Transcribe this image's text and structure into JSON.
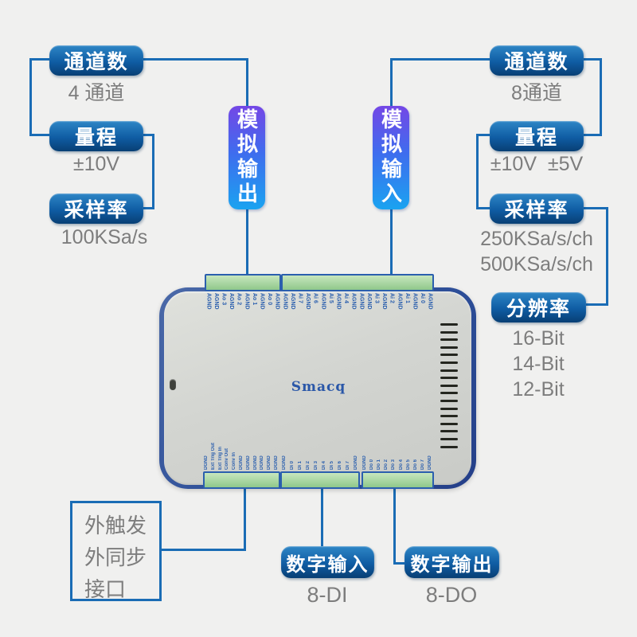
{
  "background": "#f0f0ef",
  "colors": {
    "line": "#1a6cb5",
    "pill_top": "#2e86c6",
    "pill_bottom": "#083f74",
    "banner_top": "#7447e6",
    "banner_bottom": "#1aa3f0",
    "value_text": "#7d7d7d",
    "pin_text": "#2b5fae",
    "logo_blue": "#2a57a8"
  },
  "left_panel": {
    "channel_label": "通道数",
    "channel_value": "4 通道",
    "range_label": "量程",
    "range_value": "±10V",
    "rate_label": "采样率",
    "rate_value": "100KSa/s"
  },
  "right_panel": {
    "channel_label": "通道数",
    "channel_value": "8通道",
    "range_label": "量程",
    "range_value": "±10V  ±5V",
    "rate_label": "采样率",
    "rate_values": [
      "250KSa/s/ch",
      "500KSa/s/ch"
    ],
    "resolution_label": "分辨率",
    "resolution_values": [
      "16-Bit",
      "14-Bit",
      "12-Bit"
    ]
  },
  "banners": {
    "analog_output": "模拟输出",
    "analog_input": "模拟输入"
  },
  "bottom_panel": {
    "trigger_box_lines": [
      "外触发",
      "外同步",
      "接口"
    ],
    "digital_input_label": "数字输入",
    "digital_input_value": "8-DI",
    "digital_output_label": "数字输出",
    "digital_output_value": "8-DO"
  },
  "device": {
    "logo": "Smacq",
    "top_terminals": [
      {
        "name": "analog-output-terminal",
        "pins": [
          "AGND",
          "AGND",
          "Ao 3",
          "AGND",
          "Ao 2",
          "AGND",
          "Ao 1",
          "AGND",
          "Ao 0",
          "AGND"
        ]
      },
      {
        "name": "analog-input-terminal",
        "pins": [
          "AGND",
          "AGND",
          "Ai 7",
          "AGND",
          "Ai 6",
          "AGND",
          "Ai 5",
          "AGND",
          "Ai 4",
          "AGND",
          "AGND",
          "AGND",
          "Ai 3",
          "AGND",
          "Ai 2",
          "AGND",
          "Ai 1",
          "AGND",
          "Ai 0",
          "AGND"
        ]
      }
    ],
    "bottom_terminals": [
      {
        "name": "trigger-sync-terminal",
        "pins": [
          "DGND",
          "Ext Trig Out",
          "Ext Trig In",
          "Conv Out",
          "Conv In",
          "DGND",
          "DGND",
          "DGND",
          "DGND",
          "DGND",
          "DGND"
        ]
      },
      {
        "name": "digital-input-terminal",
        "pins": [
          "DGND",
          "Di 0",
          "Di 1",
          "Di 2",
          "Di 3",
          "Di 4",
          "Di 5",
          "Di 6",
          "Di 7",
          "DGND"
        ]
      },
      {
        "name": "digital-output-terminal",
        "pins": [
          "DGND",
          "Do 0",
          "Do 1",
          "Do 2",
          "Do 3",
          "Do 4",
          "Do 5",
          "Do 6",
          "Do 7",
          "DGND"
        ]
      }
    ],
    "vent_slot_count": 17
  }
}
